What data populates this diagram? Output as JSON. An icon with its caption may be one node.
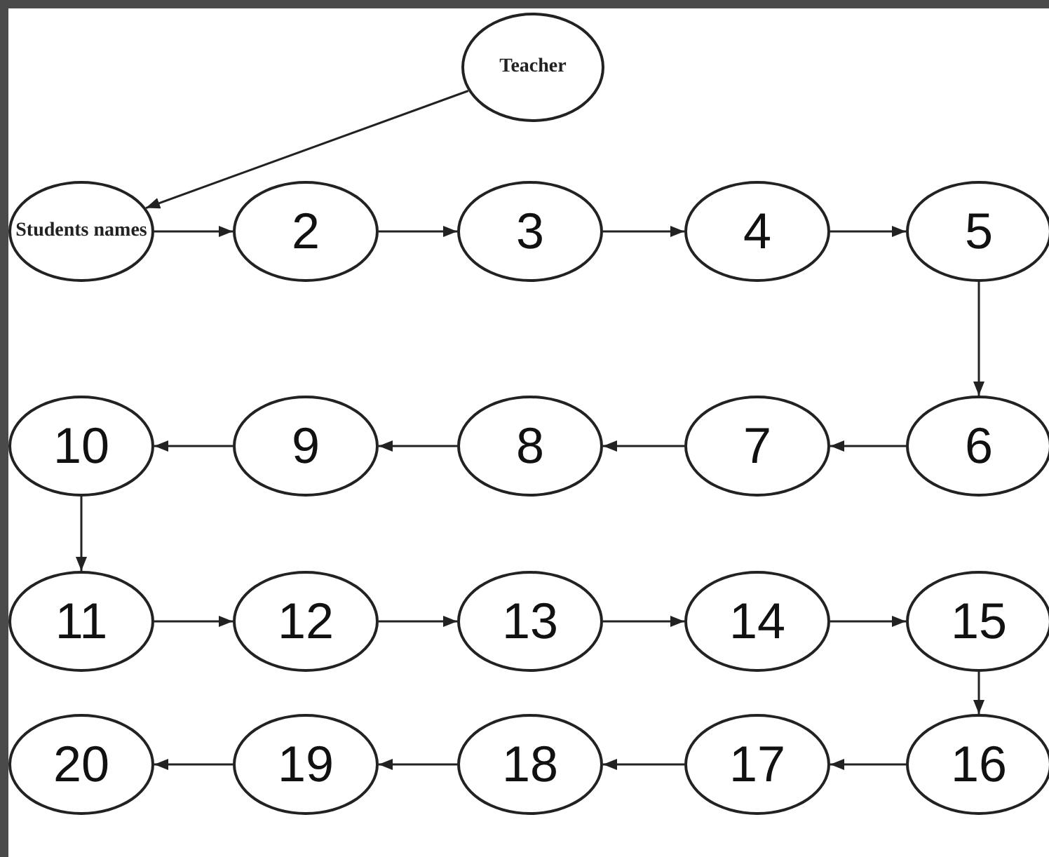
{
  "diagram": {
    "nodes": [
      {
        "text": [
          "Teacher"
        ]
      },
      {
        "text": [
          "Students names"
        ]
      },
      {
        "text": [
          "2"
        ]
      },
      {
        "text": [
          "3"
        ]
      },
      {
        "text": [
          "4"
        ]
      },
      {
        "text": [
          "5"
        ]
      },
      {
        "text": [
          "6"
        ]
      },
      {
        "text": [
          "7"
        ]
      },
      {
        "text": [
          "8"
        ]
      },
      {
        "text": [
          "9"
        ]
      },
      {
        "text": [
          "10"
        ]
      },
      {
        "text": [
          "11"
        ]
      },
      {
        "text": [
          "12"
        ]
      },
      {
        "text": [
          "13"
        ]
      },
      {
        "text": [
          "14"
        ]
      },
      {
        "text": [
          "15"
        ]
      },
      {
        "text": [
          "16"
        ]
      },
      {
        "text": [
          "17"
        ]
      },
      {
        "text": [
          "18"
        ]
      },
      {
        "text": [
          "19"
        ]
      },
      {
        "text": [
          "20"
        ]
      }
    ],
    "edges": [
      {
        "from": 0,
        "to": 1,
        "arrow": "to"
      },
      {
        "from": 1,
        "to": 2,
        "arrow": "to"
      },
      {
        "from": 2,
        "to": 3,
        "arrow": "to"
      },
      {
        "from": 3,
        "to": 4,
        "arrow": "to"
      },
      {
        "from": 4,
        "to": 5,
        "arrow": "to"
      },
      {
        "from": 5,
        "to": 6,
        "arrow": "to"
      },
      {
        "from": 6,
        "to": 7,
        "arrow": "to"
      },
      {
        "from": 7,
        "to": 8,
        "arrow": "to"
      },
      {
        "from": 8,
        "to": 9,
        "arrow": "to"
      },
      {
        "from": 9,
        "to": 10,
        "arrow": "to"
      },
      {
        "from": 10,
        "to": 11,
        "arrow": "to"
      },
      {
        "from": 11,
        "to": 12,
        "arrow": "to"
      },
      {
        "from": 12,
        "to": 13,
        "arrow": "to"
      },
      {
        "from": 13,
        "to": 14,
        "arrow": "to"
      },
      {
        "from": 14,
        "to": 15,
        "arrow": "to"
      },
      {
        "from": 15,
        "to": 16,
        "arrow": "to"
      },
      {
        "from": 16,
        "to": 17,
        "arrow": "to"
      },
      {
        "from": 17,
        "to": 18,
        "arrow": "to"
      },
      {
        "from": 18,
        "to": 19,
        "arrow": "to"
      },
      {
        "from": 19,
        "to": 20,
        "arrow": "to"
      }
    ]
  }
}
